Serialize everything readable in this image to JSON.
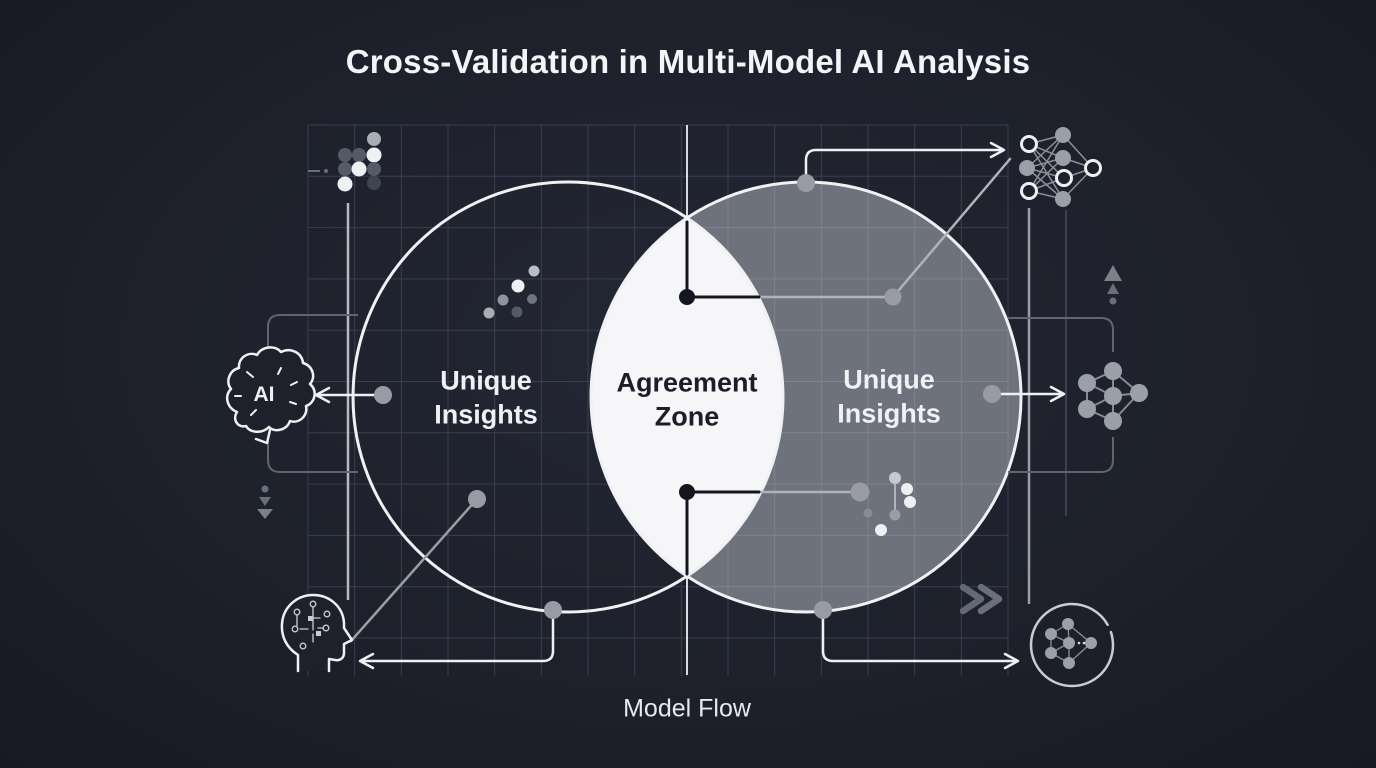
{
  "title": "Cross-Validation in Multi-Model AI Analysis",
  "venn": {
    "left_circle_label": "Unique Insights",
    "overlap_label": "Agreement Zone",
    "right_circle_label": "Unique Insights"
  },
  "flow": {
    "label": "Model Flow"
  },
  "brain": {
    "label": "AI"
  },
  "icons": {
    "left_side": [
      "brain-ai-icon",
      "head-circuit-icon",
      "dots-cluster-icon",
      "chevron-down-indicator-icon"
    ],
    "right_side": [
      "neural-network-icon",
      "graph-network-icon",
      "circled-network-icon",
      "double-chevron-right-icon",
      "chevron-up-indicator-icon"
    ]
  },
  "colors": {
    "background": "#1e212c",
    "right_circle_fill": "#6e727c",
    "overlap_fill": "#f6f6f8",
    "stroke_white": "#eef0f2",
    "connector_gray": "#9a9da5",
    "grid_dark": "#3a3e4e",
    "grid_light": "#7f838d",
    "dark_text": "#1b1e28"
  }
}
